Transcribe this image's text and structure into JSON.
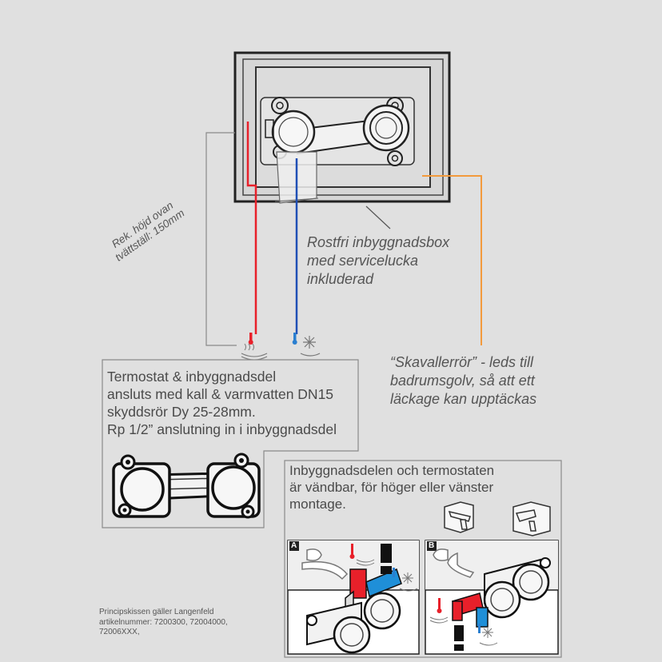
{
  "labels": {
    "height_note": "Rek. höjd ovan\ntvättställ: 150mm",
    "box_note": "Rostfri inbyggnadsbox\nmed servicelucka\ninkluderad",
    "overflow_note": "“Skavallerrör” - leds till\nbadrumsgolv, så att ett\nläckage kan upptäckas",
    "thermostat_box": "Termostat & inbyggnadsdel\nansluts med kall & varmvatten DN15\nskyddsrör Dy 25-28mm.\nRp 1/2” anslutning in i inbyggnadsdel",
    "reversible_box": "Inbyggnadsdelen och termostaten\när vändbar, för höger eller vänster\nmontage.",
    "panel_a": "A",
    "panel_b": "B",
    "footnote": "Principskissen gäller Langenfeld\nartikelnummer: 7200300, 72004000,\n72006XXX,"
  },
  "colors": {
    "hot": "#e8202a",
    "cold": "#1f4fb5",
    "overflow": "#f39a3c",
    "line": "#8a8a8a",
    "frame": "#222222"
  },
  "icons": [
    "thermometer-hot-icon",
    "water-hot-icon",
    "thermometer-cold-icon",
    "snowflake-icon",
    "faucet-icon"
  ]
}
